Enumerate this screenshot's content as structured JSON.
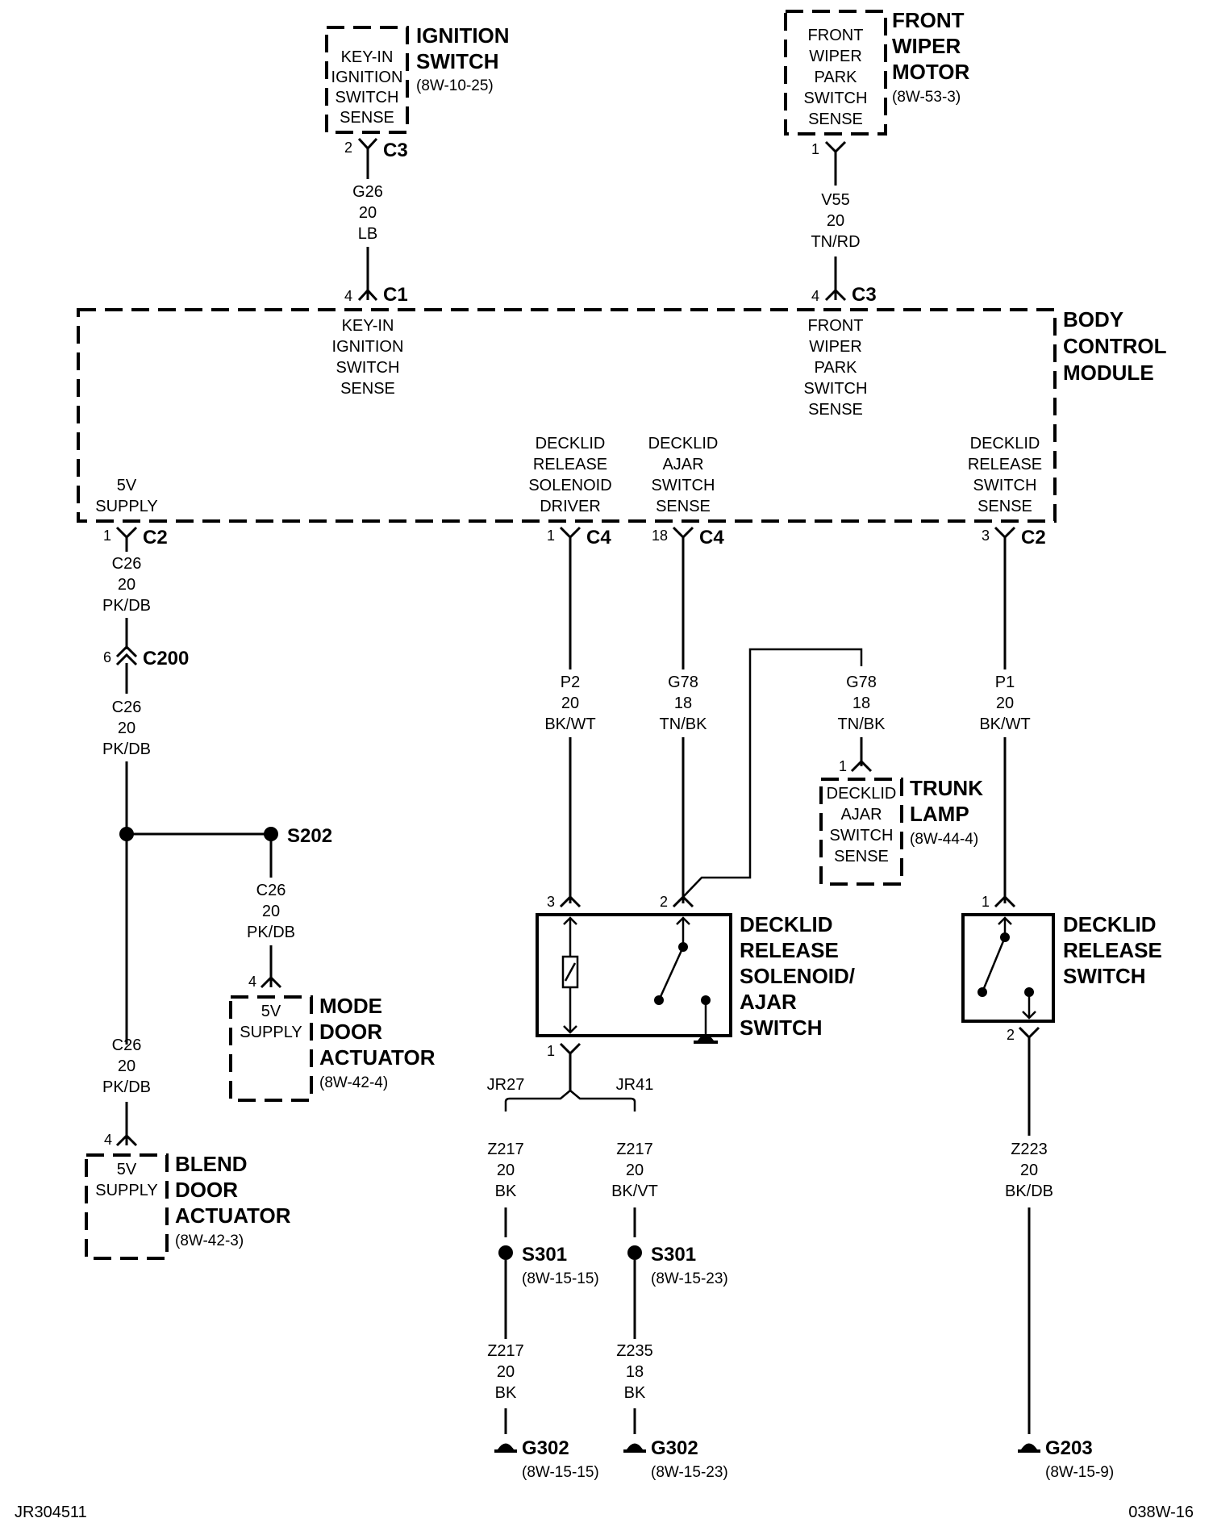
{
  "components": {
    "ignition_switch": {
      "name": [
        "IGNITION",
        "SWITCH"
      ],
      "ref": "(8W-10-25)",
      "inside": [
        "KEY-IN",
        "IGNITION",
        "SWITCH",
        "SENSE"
      ]
    },
    "front_wiper_motor": {
      "name": [
        "FRONT",
        "WIPER",
        "MOTOR"
      ],
      "ref": "(8W-53-3)",
      "inside": [
        "FRONT",
        "WIPER",
        "PARK",
        "SWITCH",
        "SENSE"
      ]
    },
    "body_control_module": {
      "name": [
        "BODY",
        "CONTROL",
        "MODULE"
      ],
      "circuits": {
        "key_in": [
          "KEY-IN",
          "IGNITION",
          "SWITCH",
          "SENSE"
        ],
        "wiper": [
          "FRONT",
          "WIPER",
          "PARK",
          "SWITCH",
          "SENSE"
        ],
        "supply": [
          "5V",
          "SUPPLY"
        ],
        "solenoid_driver": [
          "DECKLID",
          "RELEASE",
          "SOLENOID",
          "DRIVER"
        ],
        "ajar_sense": [
          "DECKLID",
          "AJAR",
          "SWITCH",
          "SENSE"
        ],
        "release_sense": [
          "DECKLID",
          "RELEASE",
          "SWITCH",
          "SENSE"
        ]
      }
    },
    "trunk_lamp": {
      "name": [
        "TRUNK",
        "LAMP"
      ],
      "ref": "(8W-44-4)",
      "inside": [
        "DECKLID",
        "AJAR",
        "SWITCH",
        "SENSE"
      ]
    },
    "mode_door_actuator": {
      "name": [
        "MODE",
        "DOOR",
        "ACTUATOR"
      ],
      "ref": "(8W-42-4)",
      "inside": [
        "5V",
        "SUPPLY"
      ]
    },
    "blend_door_actuator": {
      "name": [
        "BLEND",
        "DOOR",
        "ACTUATOR"
      ],
      "ref": "(8W-42-3)",
      "inside": [
        "5V",
        "SUPPLY"
      ]
    },
    "decklid_solenoid": {
      "name": [
        "DECKLID",
        "RELEASE",
        "SOLENOID/",
        "AJAR",
        "SWITCH"
      ]
    },
    "decklid_release_switch": {
      "name": [
        "DECKLID",
        "RELEASE",
        "SWITCH"
      ]
    }
  },
  "connectors": {
    "ign_c3": {
      "pin": "2",
      "name": "C3"
    },
    "wiper_c3": {
      "pin": "1"
    },
    "bcm_c1": {
      "pin": "4",
      "name": "C1"
    },
    "bcm_c3": {
      "pin": "4",
      "name": "C3"
    },
    "bcm_c2_1": {
      "pin": "1",
      "name": "C2"
    },
    "bcm_c4_1": {
      "pin": "1",
      "name": "C4"
    },
    "bcm_c4_18": {
      "pin": "18",
      "name": "C4"
    },
    "bcm_c2_3": {
      "pin": "3",
      "name": "C2"
    },
    "c200": {
      "pin": "6",
      "name": "C200"
    },
    "trunk_pin": {
      "pin": "1"
    },
    "mode_pin": {
      "pin": "4"
    },
    "blend_pin": {
      "pin": "4"
    },
    "sol_pin3": {
      "pin": "3"
    },
    "sol_pin2": {
      "pin": "2"
    },
    "sol_pin1": {
      "pin": "1"
    },
    "rel_pin1": {
      "pin": "1"
    },
    "rel_pin2": {
      "pin": "2"
    }
  },
  "wires": {
    "g26": [
      "G26",
      "20",
      "LB"
    ],
    "v55": [
      "V55",
      "20",
      "TN/RD"
    ],
    "c26_a": [
      "C26",
      "20",
      "PK/DB"
    ],
    "c26_b": [
      "C26",
      "20",
      "PK/DB"
    ],
    "c26_c": [
      "C26",
      "20",
      "PK/DB"
    ],
    "c26_d": [
      "C26",
      "20",
      "PK/DB"
    ],
    "p2": [
      "P2",
      "20",
      "BK/WT"
    ],
    "g78_a": [
      "G78",
      "18",
      "TN/BK"
    ],
    "g78_b": [
      "G78",
      "18",
      "TN/BK"
    ],
    "p1": [
      "P1",
      "20",
      "BK/WT"
    ],
    "z217_a": [
      "Z217",
      "20",
      "BK"
    ],
    "z217_b": [
      "Z217",
      "20",
      "BK/VT"
    ],
    "z217_c": [
      "Z217",
      "20",
      "BK"
    ],
    "z235": [
      "Z235",
      "18",
      "BK"
    ],
    "z223": [
      "Z223",
      "20",
      "BK/DB"
    ]
  },
  "splices": {
    "s202": {
      "name": "S202"
    },
    "s301_a": {
      "name": "S301",
      "ref": "(8W-15-15)"
    },
    "s301_b": {
      "name": "S301",
      "ref": "(8W-15-23)"
    }
  },
  "grounds": {
    "g302_a": {
      "name": "G302",
      "ref": "(8W-15-15)"
    },
    "g302_b": {
      "name": "G302",
      "ref": "(8W-15-23)"
    },
    "g203": {
      "name": "G203",
      "ref": "(8W-15-9)"
    }
  },
  "branches": {
    "jr27": "JR27",
    "jr41": "JR41"
  },
  "footer": {
    "left": "JR304511",
    "right": "038W-16"
  }
}
